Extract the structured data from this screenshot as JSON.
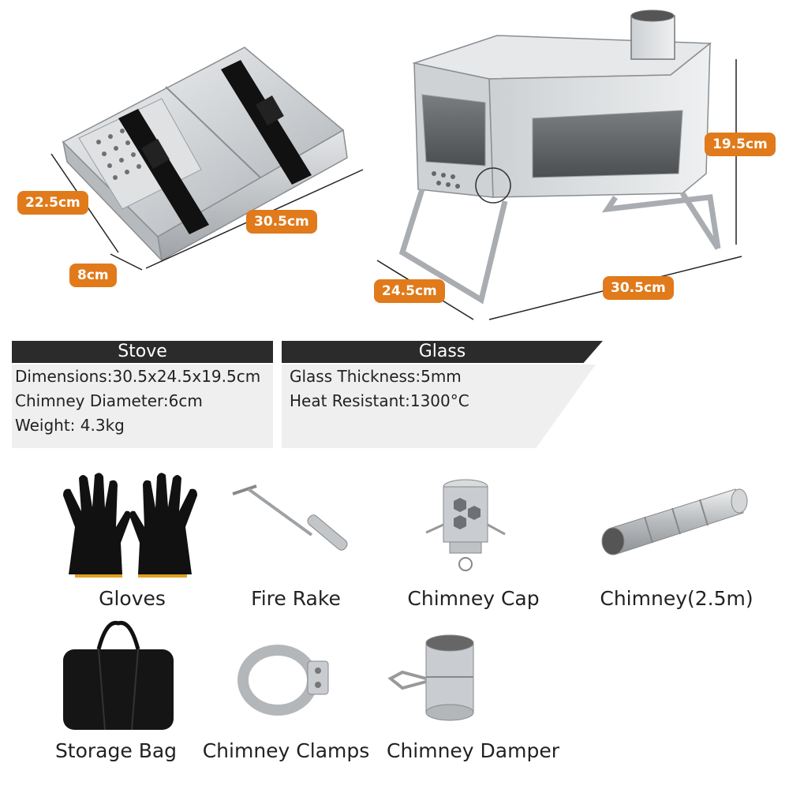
{
  "folded_dimensions": {
    "width": "22.5cm",
    "length": "30.5cm",
    "height": "8cm"
  },
  "stove_dimensions": {
    "height": "19.5cm",
    "depth": "24.5cm",
    "length": "30.5cm"
  },
  "specs": {
    "stove": {
      "title": "Stove",
      "lines": [
        "Dimensions:30.5x24.5x19.5cm",
        "Chimney Diameter:6cm",
        "Weight: 4.3kg"
      ]
    },
    "glass": {
      "title": "Glass",
      "lines": [
        "Glass Thickness:5mm",
        "Heat Resistant:1300°C"
      ]
    }
  },
  "accessories": [
    {
      "label": "Gloves",
      "icon": "gloves-icon"
    },
    {
      "label": "Fire Rake",
      "icon": "fire-rake-icon"
    },
    {
      "label": "Chimney Cap",
      "icon": "chimney-cap-icon"
    },
    {
      "label": "Chimney(2.5m)",
      "icon": "chimney-pipe-icon"
    },
    {
      "label": "Storage Bag",
      "icon": "storage-bag-icon"
    },
    {
      "label": "Chimney Clamps",
      "icon": "chimney-clamp-icon"
    },
    {
      "label": "Chimney Damper",
      "icon": "chimney-damper-icon"
    }
  ],
  "colors": {
    "badge": "#e07a1b",
    "header": "#2b2b2b",
    "panel": "#efefef",
    "steel": "#c9ccd0"
  }
}
